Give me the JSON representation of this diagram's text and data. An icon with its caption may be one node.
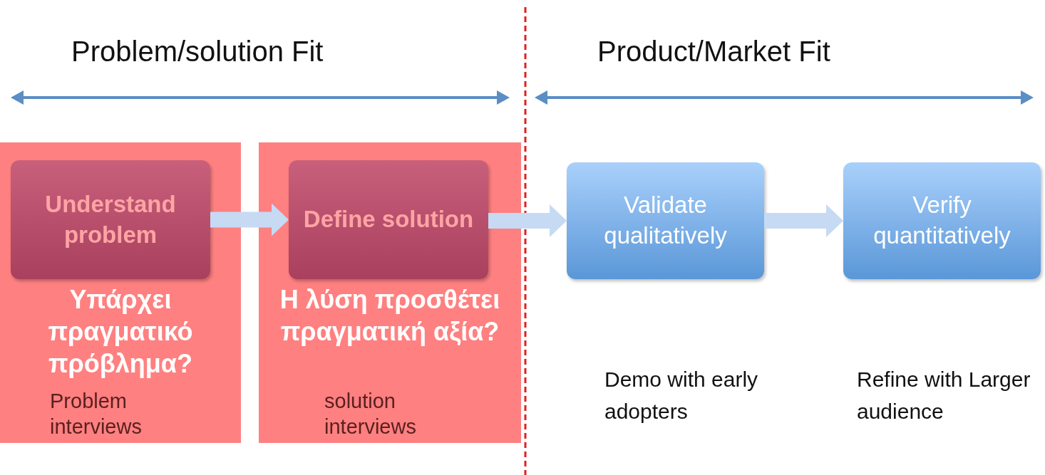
{
  "diagram": {
    "nodes": [
      {
        "text": [
          "Υπάρχει πραγματικό πρόβλημα?"
        ]
      },
      {
        "text": [
          "Understand problem"
        ],
        "in": 0
      },
      {
        "text": [
          "Η λύση προσθέτει πραγματική αξία?"
        ]
      },
      {
        "text": [
          "Define solution"
        ],
        "in": 2
      },
      {
        "text": [
          "Validate qualitatively"
        ]
      },
      {
        "text": [
          "Verify quantitatively"
        ]
      }
    ],
    "edges": [
      {
        "from": 1,
        "to": 3,
        "arrow": "to"
      },
      {
        "from": 3,
        "to": 4,
        "arrow": "to"
      },
      {
        "from": 4,
        "to": 5,
        "arrow": "to"
      }
    ],
    "labels": [
      "Problem/solution Fit",
      "Product/Market Fit",
      "Problem interviews",
      "solution interviews",
      "Demo with early adopters",
      "Refine with Larger audience"
    ]
  }
}
